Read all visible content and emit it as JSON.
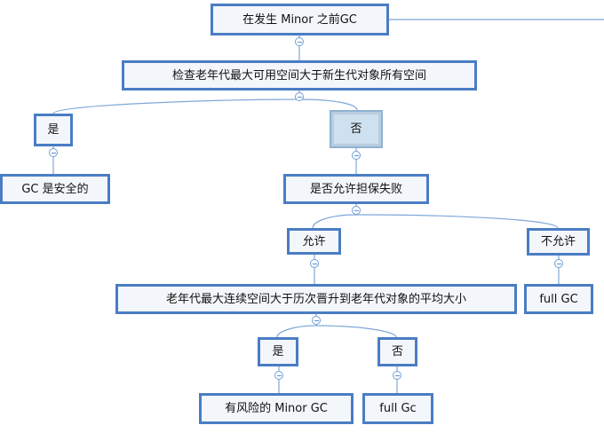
{
  "colors": {
    "border": "#4a7dc4",
    "line": "#7fa8d8",
    "selected_fill": "#cfe1ee"
  },
  "nodes": {
    "root": "在发生 Minor 之前GC",
    "check": "检查老年代最大可用空间大于新生代对象所有空间",
    "yes1": "是",
    "no1": "否",
    "safe": "GC 是安全的",
    "allow_q": "是否允许担保失败",
    "allow": "允许",
    "disallow": "不允许",
    "avg_check": "老年代最大连续空间大于历次晋升到老年代对象的平均大小",
    "full_gc1": "full GC",
    "yes2": "是",
    "no2": "否",
    "risk": "有风险的 Minor GC",
    "full_gc2": "full Gc"
  }
}
